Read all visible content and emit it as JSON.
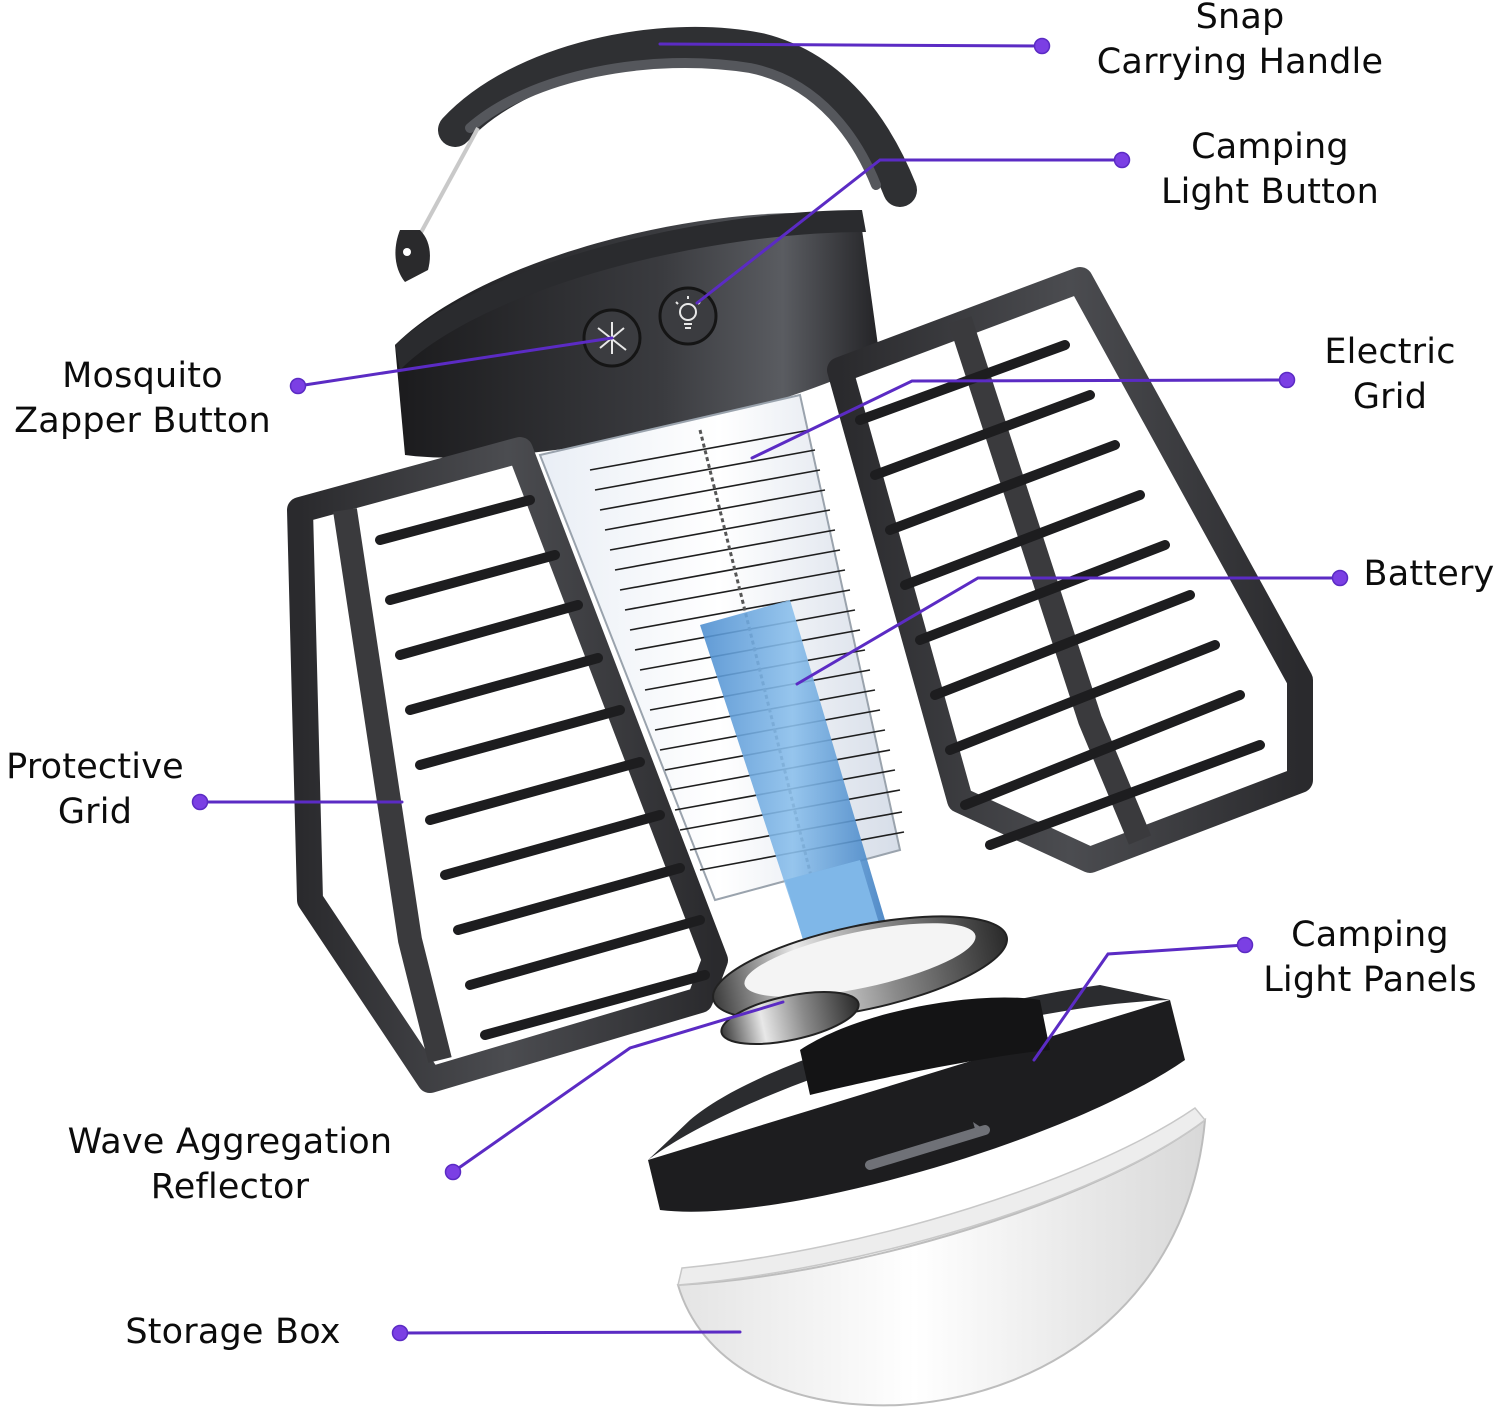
{
  "diagram": {
    "type": "exploded-product-view",
    "subject": "Portable mosquito zapper camping lantern",
    "accent_color": "#7b3fe4",
    "line_color": "#5b2bc4",
    "labels": [
      {
        "id": "snap-carrying-handle",
        "lines": [
          "Snap",
          "Carrying Handle"
        ]
      },
      {
        "id": "camping-light-button",
        "lines": [
          "Camping",
          "Light Button"
        ]
      },
      {
        "id": "mosquito-zapper-button",
        "lines": [
          "Mosquito",
          "Zapper Button"
        ]
      },
      {
        "id": "electric-grid",
        "lines": [
          "Electric",
          "Grid"
        ]
      },
      {
        "id": "battery",
        "lines": [
          "Battery"
        ]
      },
      {
        "id": "protective-grid",
        "lines": [
          "Protective",
          "Grid"
        ]
      },
      {
        "id": "camping-light-panels",
        "lines": [
          "Camping",
          "Light Panels"
        ]
      },
      {
        "id": "wave-aggregation-reflector",
        "lines": [
          "Wave Aggregation",
          "Reflector"
        ]
      },
      {
        "id": "storage-box",
        "lines": [
          "Storage Box"
        ]
      }
    ],
    "icons": {
      "zapper_button": "mosquito-icon",
      "light_button": "lightbulb-icon"
    }
  }
}
